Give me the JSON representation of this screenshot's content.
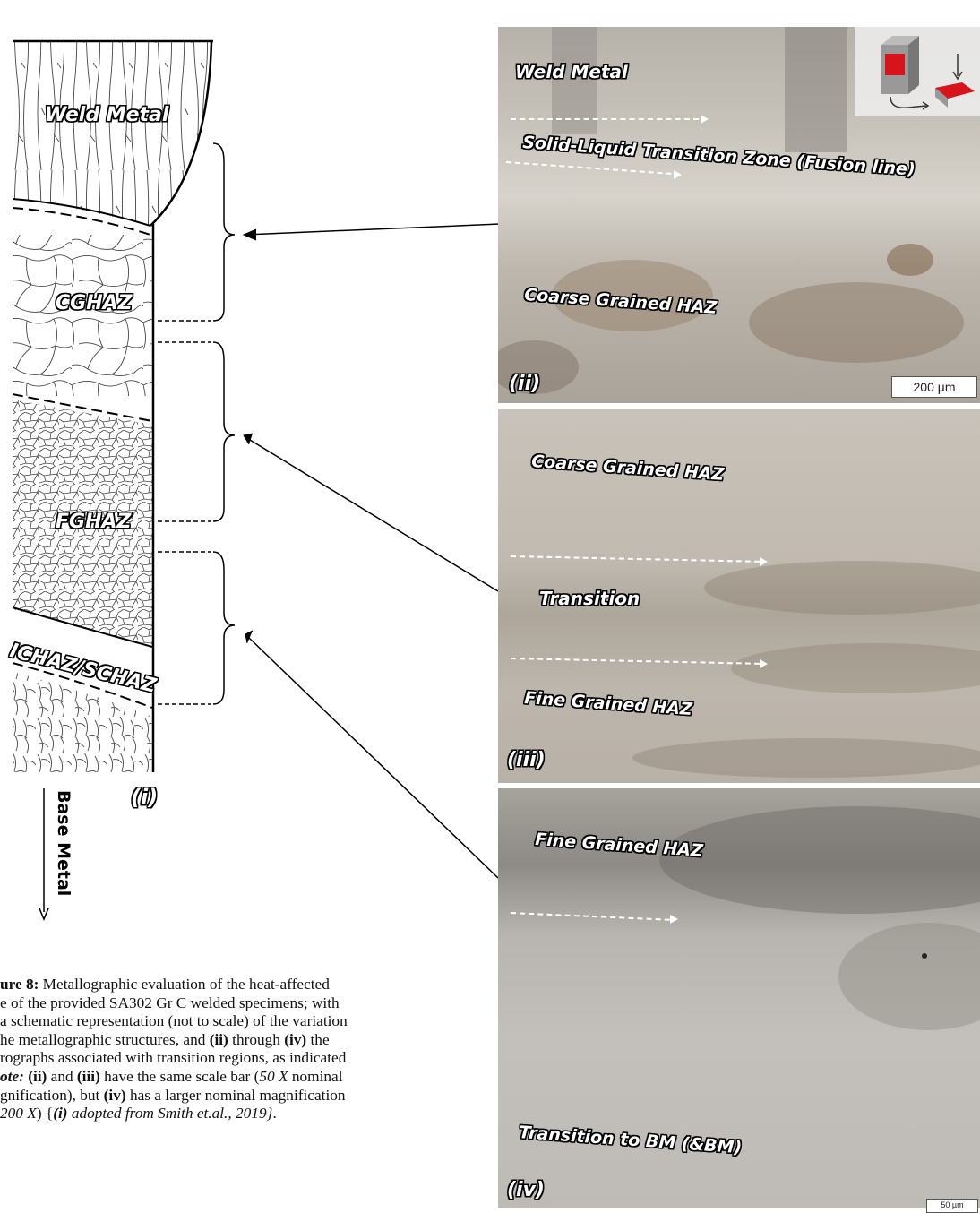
{
  "schematic": {
    "zones": {
      "weld_metal": "Weld Metal",
      "cghaz": "CGHAZ",
      "fghaz": "FGHAZ",
      "ichaz": "ICHAZ/SCHAZ"
    },
    "panel_label": "(i)",
    "base_metal": "Base Metal"
  },
  "panels": {
    "ii": {
      "label": "(ii)",
      "text_weld_metal": "Weld Metal",
      "text_fusion": "Solid-Liquid Transition Zone (Fusion line)",
      "text_coarse": "Coarse Grained HAZ",
      "scale_bar": "200 µm"
    },
    "iii": {
      "label": "(iii)",
      "text_coarse": "Coarse Grained HAZ",
      "text_transition": "Transition",
      "text_fine": "Fine Grained HAZ"
    },
    "iv": {
      "label": "(iv)",
      "text_fine": "Fine Grained HAZ",
      "text_transition_bm": "Transition to BM (&BM)",
      "scale_bar": "50 µm"
    }
  },
  "caption": {
    "line1_bold": "ure 8:",
    "line1": " Metallographic evaluation of the heat-affected",
    "line2": "e of the provided SA302 Gr C welded specimens; with",
    "line3": " a schematic representation (not to scale) of the variation",
    "line4": "he metallographic structures, and ",
    "line4_b1": "(ii)",
    "line4_mid": " through ",
    "line4_b2": "(iv)",
    "line4_end": " the",
    "line5": "rographs associated with transition regions, as indicated",
    "line6_bi": "ote:",
    "line6_sp": " ",
    "line6_b1": "(ii)",
    "line6_mid": " and ",
    "line6_b2": "(iii)",
    "line6_t": " have the same scale bar (",
    "line6_i": "50 X",
    "line6_end": " nominal",
    "line7": "gnification), but ",
    "line7_b": "(iv)",
    "line7_end": " has a larger nominal magnification",
    "line8_i1": "200 X",
    "line8_t": ") {",
    "line8_bi": "(i)",
    "line8_i2": " adopted from Smith et.al., 2019}",
    "line8_end": "."
  }
}
